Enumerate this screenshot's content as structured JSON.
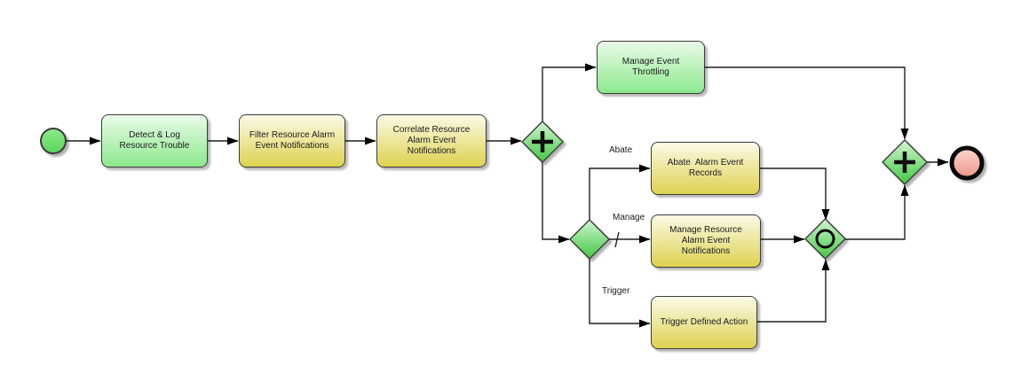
{
  "diagram": {
    "kind": "bpmn-process-diagram",
    "tasks": [
      {
        "id": "detect-log-resource-trouble",
        "label": "Detect & Log\nResource Trouble",
        "style": "green"
      },
      {
        "id": "filter-resource-alarm-event-notifications",
        "label": "Filter Resource Alarm\nEvent Notifications",
        "style": "yellow"
      },
      {
        "id": "correlate-resource-alarm-event-notifications",
        "label": "Correlate Resource\nAlarm Event\nNotifications",
        "style": "yellow"
      },
      {
        "id": "manage-event-throttling",
        "label": "Manage Event\nThrottling",
        "style": "green"
      },
      {
        "id": "abate-alarm-event-records",
        "label": "Abate  Alarm Event\nRecords",
        "style": "yellow"
      },
      {
        "id": "manage-resource-alarm-event-notifications",
        "label": "Manage Resource\nAlarm Event\nNotifications",
        "style": "yellow"
      },
      {
        "id": "trigger-defined-action",
        "label": "Trigger Defined Action",
        "style": "yellow"
      }
    ],
    "edge_labels": [
      {
        "id": "abate-flow-label",
        "text": "Abate"
      },
      {
        "id": "manage-flow-label",
        "text": "Manage"
      },
      {
        "id": "trigger-flow-label",
        "text": "Trigger"
      }
    ],
    "events": [
      {
        "id": "start-event",
        "icon": "start-event-circle-icon"
      },
      {
        "id": "end-event",
        "icon": "end-event-thick-circle-icon"
      }
    ],
    "gateways": [
      {
        "id": "parallel-split-gateway",
        "icon": "plus-gateway-icon"
      },
      {
        "id": "exclusive-decision-gateway",
        "icon": "blank-diamond-gateway-icon"
      },
      {
        "id": "inclusive-merge-gateway",
        "icon": "circle-gateway-icon"
      },
      {
        "id": "parallel-join-gateway",
        "icon": "plus-gateway-icon"
      }
    ],
    "colors": {
      "task_green_top": "#eafbea",
      "task_green_bottom": "#8ce98c",
      "task_yellow_top": "#fcfae7",
      "task_yellow_bottom": "#ddd24f",
      "gateway_top": "#d2f4d2",
      "gateway_bottom": "#41c941",
      "start_fill_top": "#90ea90",
      "start_fill_bottom": "#58d658",
      "end_fill_top": "#fdd8d0",
      "end_fill_bottom": "#ee9589",
      "end_ring": "#0a0a0a",
      "node_border": "#3b3b3b",
      "flow_line": "#1f1f1f",
      "label_color": "#1a1a1a"
    }
  }
}
